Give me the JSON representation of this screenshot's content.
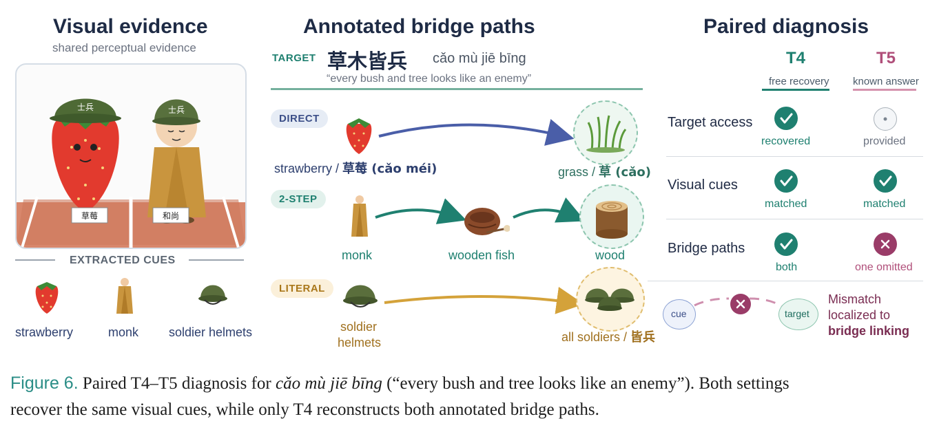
{
  "panels": {
    "left": {
      "title": "Visual evidence",
      "subtitle": "shared perceptual evidence",
      "sign_left": "草莓",
      "sign_right": "和尚",
      "helmet_text_left": "士兵",
      "helmet_text_right": "士兵",
      "cues_header": "EXTRACTED CUES",
      "cues": [
        "strawberry",
        "monk",
        "soldier helmets"
      ]
    },
    "middle": {
      "title": "Annotated bridge paths",
      "target_tag": "TARGET",
      "target_chinese": "草木皆兵",
      "target_pinyin": "cǎo mù jiē bīng",
      "target_gloss": "“every bush and tree looks like an enemy”",
      "paths": {
        "direct": {
          "tag": "DIRECT",
          "source_en": "strawberry / ",
          "source_zh": "草莓 (cǎo méi)",
          "target_en": "grass / ",
          "target_zh": "草 (cǎo)"
        },
        "two_step": {
          "tag": "2-STEP",
          "source": "monk",
          "mid": "wooden fish",
          "target": "wood"
        },
        "literal": {
          "tag": "LITERAL",
          "source_line1": "soldier",
          "source_line2": "helmets",
          "target_en": "all soldiers / ",
          "target_zh": "皆兵"
        }
      }
    },
    "right": {
      "title": "Paired diagnosis",
      "col_t4": {
        "title": "T4",
        "sub": "free recovery"
      },
      "col_t5": {
        "title": "T5",
        "sub": "known answer"
      },
      "rows": [
        {
          "label": "Target access",
          "t4": "recovered",
          "t5": "provided"
        },
        {
          "label": "Visual cues",
          "t4": "matched",
          "t5": "matched"
        },
        {
          "label": "Bridge paths",
          "t4": "both",
          "t5": "one omitted"
        }
      ],
      "mismatch": {
        "cue": "cue",
        "target": "target",
        "line1": "Mismatch",
        "line2": "localized to",
        "line3": "bridge linking"
      }
    }
  },
  "caption": {
    "fig": "Figure 6.",
    "part1": " Paired T4–T5 diagnosis for ",
    "italic": "cǎo mù jiē bīng",
    "part2": " (“every bush and tree looks like an enemy”). Both settings",
    "line2": "recover the same visual cues, while only T4 reconstructs both annotated bridge paths."
  },
  "colors": {
    "teal": "#1f8070",
    "pink": "#b04f7a",
    "navy": "#1e2b45",
    "blue_arrow": "#4a5ea8",
    "gold": "#d4a23a",
    "maroon": "#7a2d52"
  }
}
